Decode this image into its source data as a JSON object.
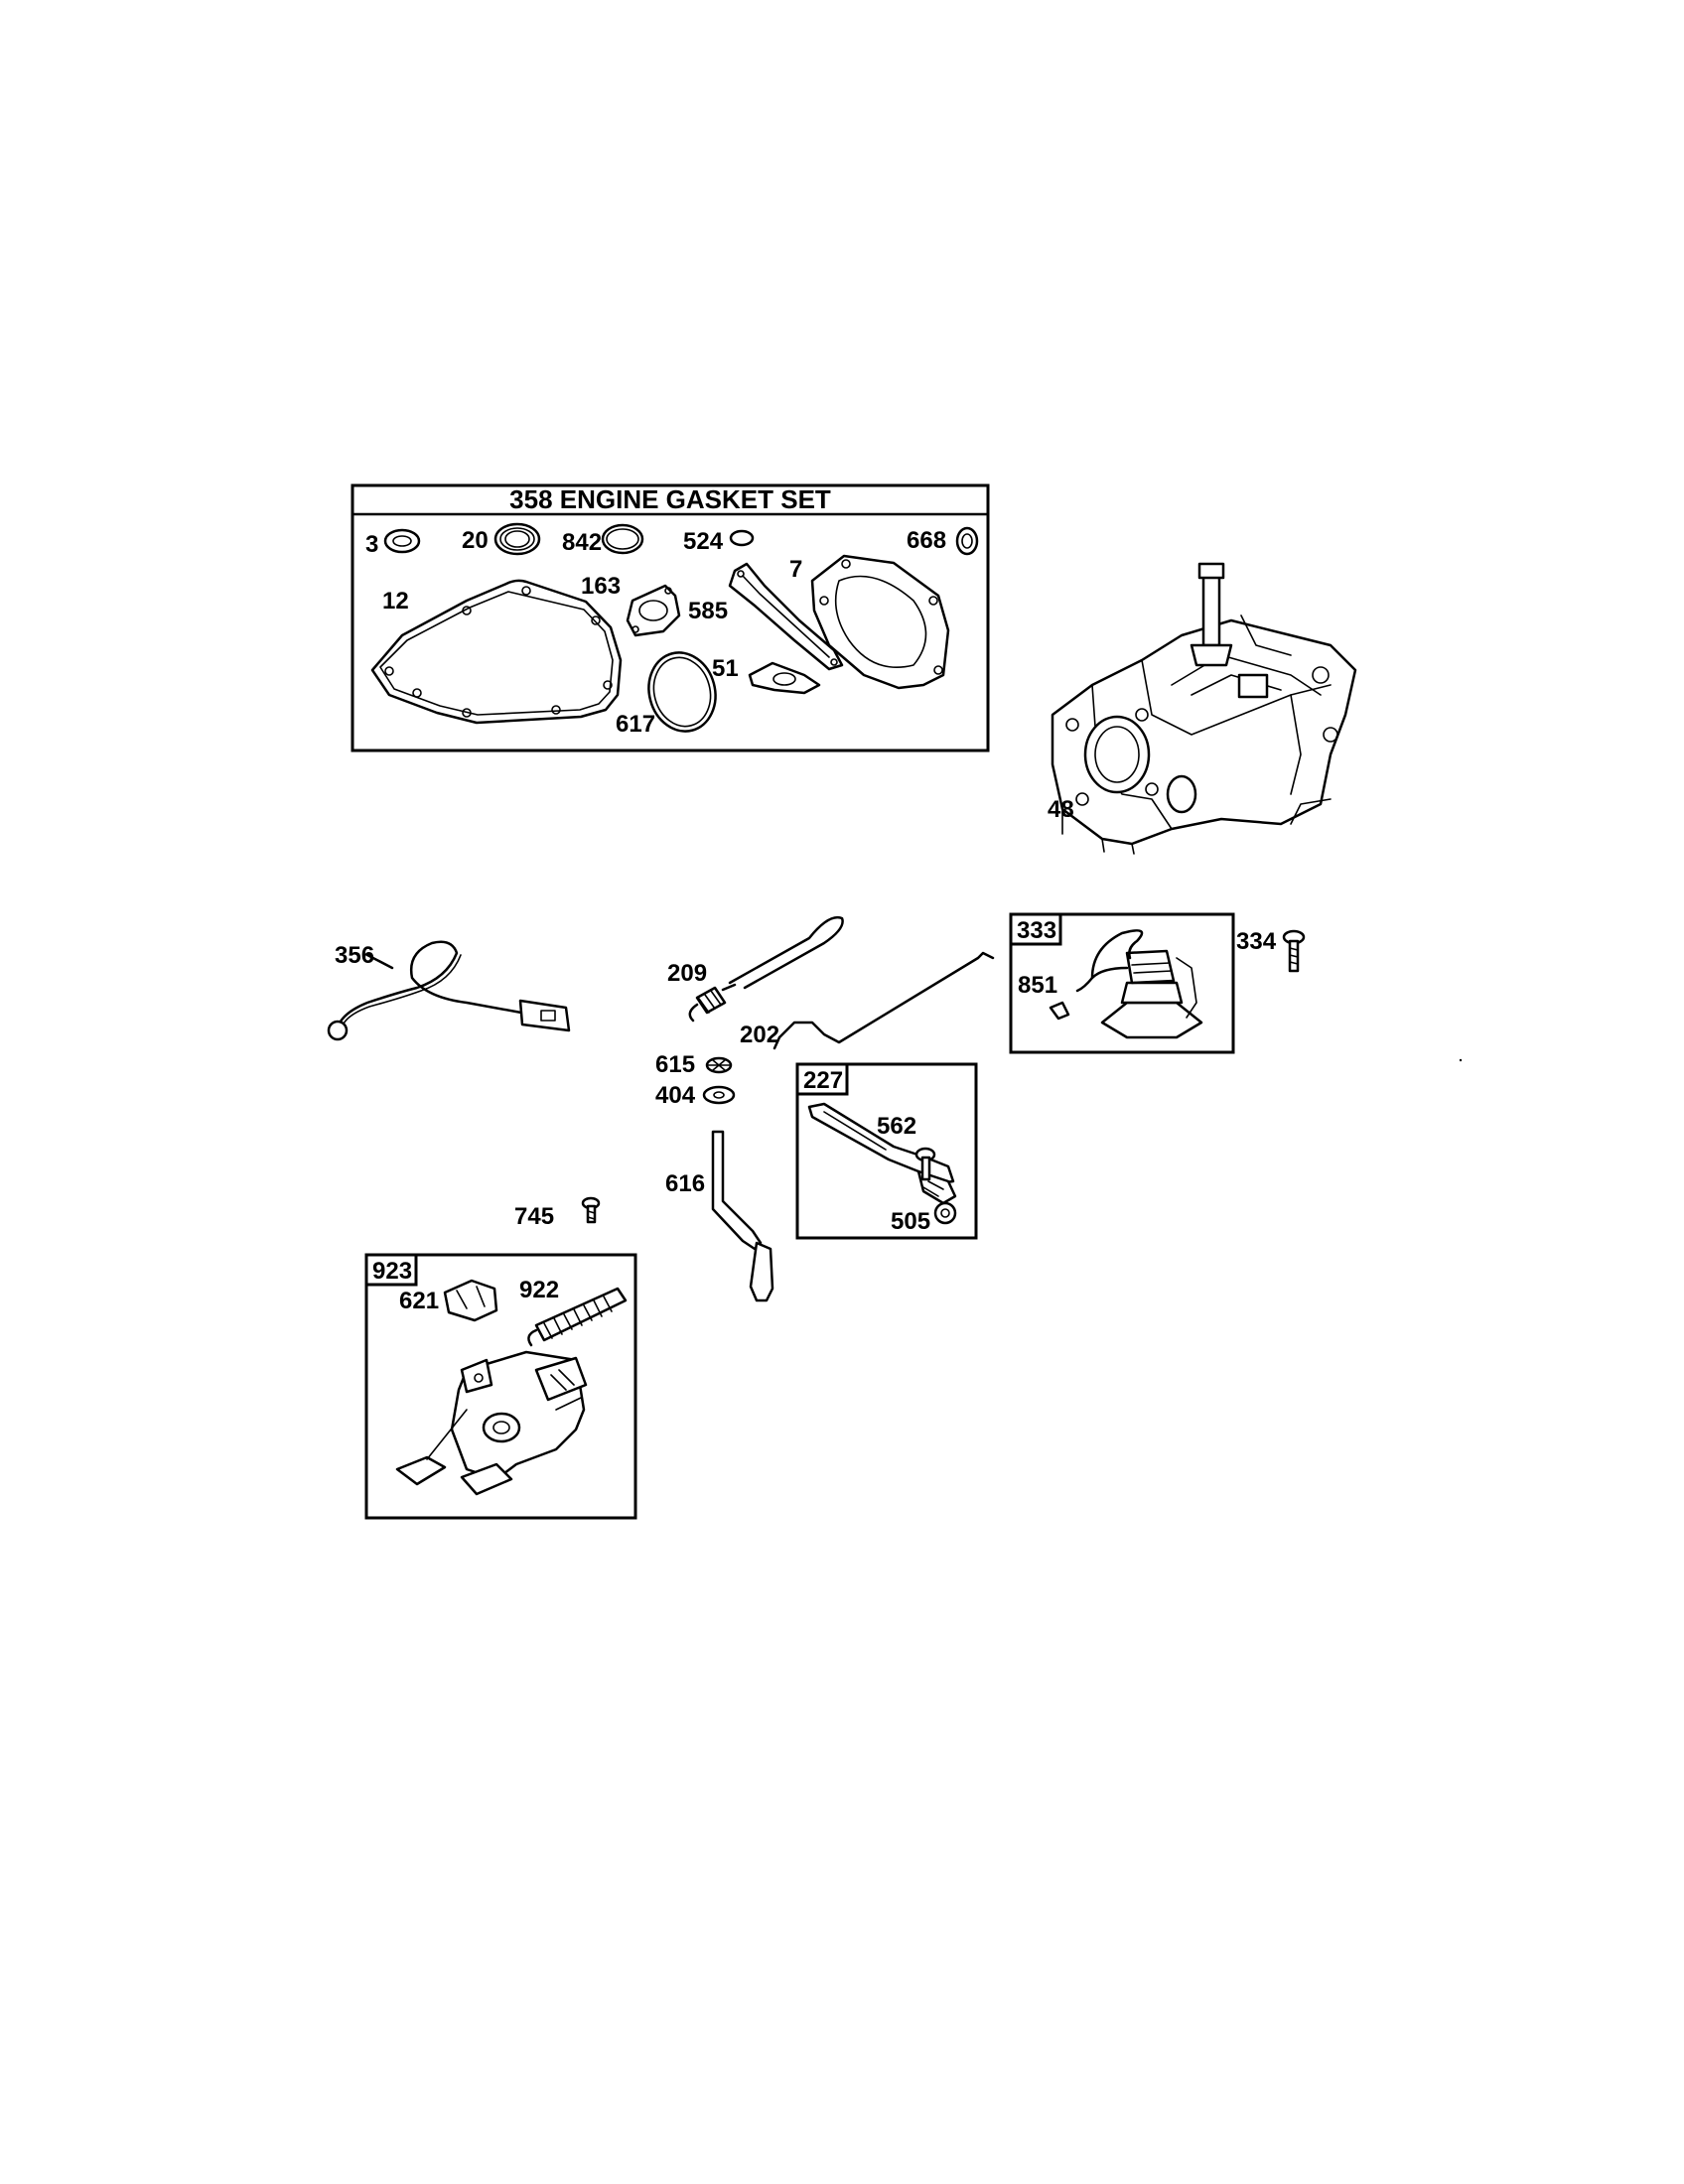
{
  "gasket_set": {
    "title": "358 ENGINE GASKET SET"
  },
  "labels": {
    "l3": "3",
    "l20": "20",
    "l842": "842",
    "l524": "524",
    "l668": "668",
    "l12": "12",
    "l163": "163",
    "l7": "7",
    "l585": "585",
    "l51": "51",
    "l617": "617",
    "l48": "48",
    "l356": "356",
    "l209": "209",
    "l202": "202",
    "l615": "615",
    "l404": "404",
    "l616": "616",
    "l745": "745",
    "l333": "333",
    "l851": "851",
    "l334": "334",
    "l227": "227",
    "l562": "562",
    "l505": "505",
    "l923": "923",
    "l621": "621",
    "l922": "922"
  }
}
